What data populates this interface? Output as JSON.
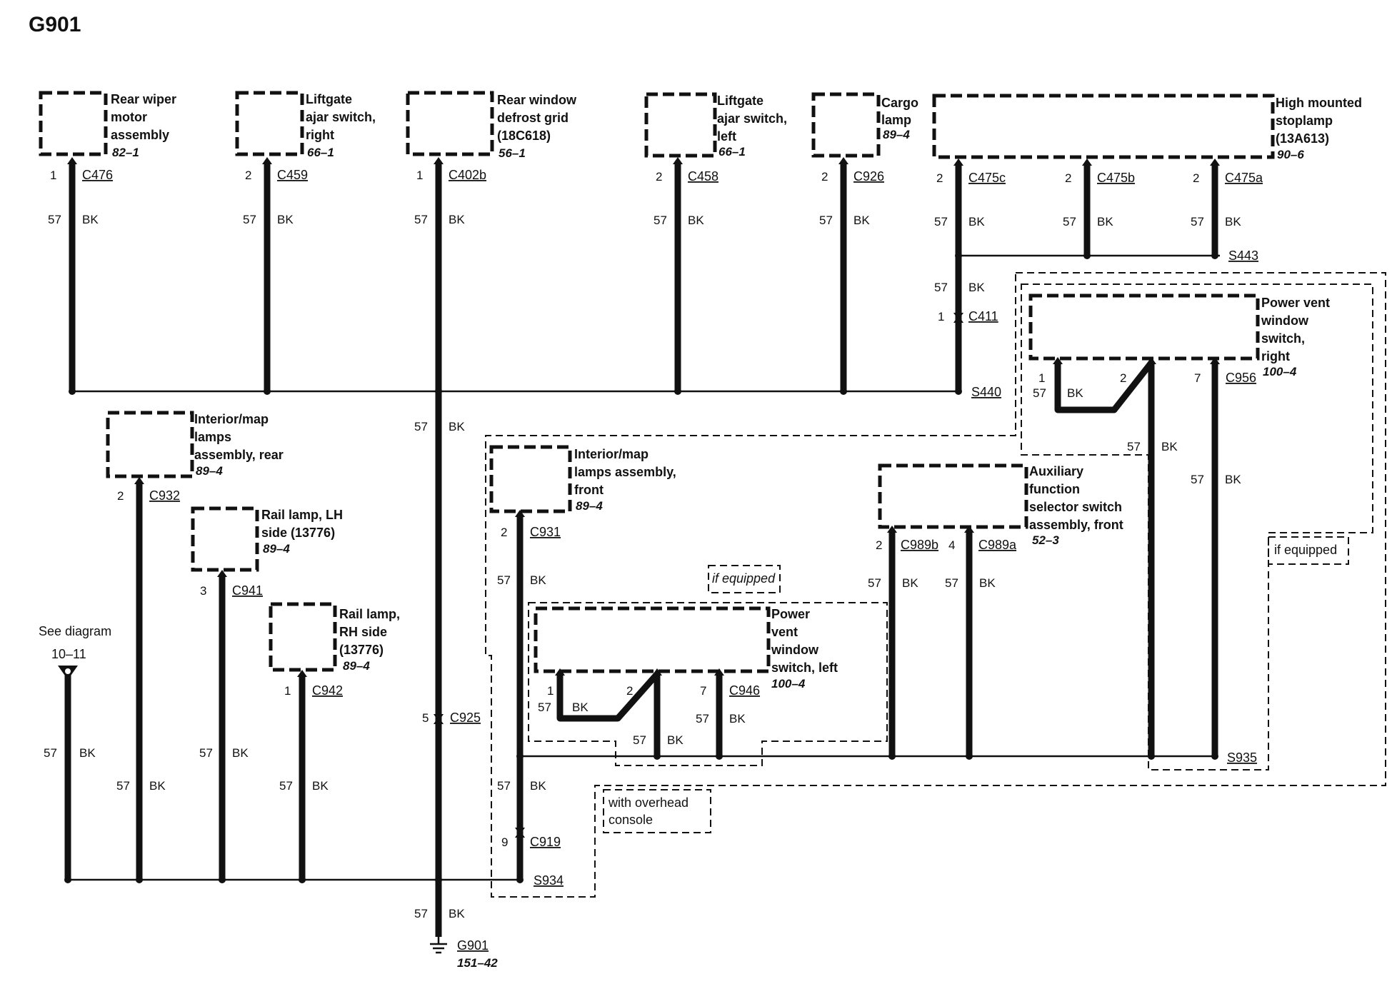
{
  "title": "G901",
  "wire_info": {
    "circuit": "57",
    "color": "BK"
  },
  "components": {
    "rear_wiper": {
      "lines": [
        "Rear wiper",
        "motor",
        "assembly"
      ],
      "ref": "82–1",
      "pin": "1",
      "connector": "C476"
    },
    "liftgate_right": {
      "lines": [
        "Liftgate",
        "ajar switch,",
        "right"
      ],
      "ref": "66–1",
      "pin": "2",
      "connector": "C459"
    },
    "rear_defrost": {
      "lines": [
        "Rear window",
        "defrost grid",
        "(18C618)"
      ],
      "ref": "56–1",
      "pin": "1",
      "connector": "C402b"
    },
    "liftgate_left": {
      "lines": [
        "Liftgate",
        "ajar switch,",
        "left"
      ],
      "ref": "66–1",
      "pin": "2",
      "connector": "C458"
    },
    "cargo_lamp": {
      "lines": [
        "Cargo",
        "lamp"
      ],
      "ref": "89–4",
      "pin": "2",
      "connector": "C926"
    },
    "hmsl": {
      "lines": [
        "High mounted",
        "stoplamp",
        "(13A613)"
      ],
      "ref": "90–6",
      "pins": [
        {
          "pin": "2",
          "connector": "C475c"
        },
        {
          "pin": "2",
          "connector": "C475b"
        },
        {
          "pin": "2",
          "connector": "C475a"
        }
      ]
    },
    "interior_rear": {
      "lines": [
        "Interior/map",
        "lamps",
        "assembly, rear"
      ],
      "ref": "89–4",
      "pin": "2",
      "connector": "C932"
    },
    "rail_lh": {
      "lines": [
        "Rail lamp, LH",
        "side (13776)"
      ],
      "ref": "89–4",
      "pin": "3",
      "connector": "C941"
    },
    "rail_rh": {
      "lines": [
        "Rail lamp,",
        "RH side",
        "(13776)"
      ],
      "ref": "89–4",
      "pin": "1",
      "connector": "C942"
    },
    "interior_front": {
      "lines": [
        "Interior/map",
        "lamps assembly,",
        "front"
      ],
      "ref": "89–4",
      "pin": "2",
      "connector": "C931"
    },
    "pv_left": {
      "lines": [
        "Power",
        "vent",
        "window",
        "switch, left"
      ],
      "ref": "100–4",
      "pin1": "1",
      "pin2": "2",
      "pin7": "7",
      "connector": "C946"
    },
    "aux_switch": {
      "lines": [
        "Auxiliary",
        "function",
        "selector switch",
        "assembly, front"
      ],
      "ref": "52–3",
      "pin_a": "2",
      "connector_a": "C989b",
      "pin_b": "4",
      "connector_b": "C989a"
    },
    "pv_right": {
      "lines": [
        "Power vent",
        "window",
        "switch,",
        "right"
      ],
      "ref": "100–4",
      "pin1": "1",
      "pin2": "2",
      "pin7": "7",
      "connector": "C956"
    }
  },
  "inline": {
    "c411": {
      "pin": "1",
      "connector": "C411"
    },
    "c925": {
      "pin": "5",
      "connector": "C925"
    },
    "c919": {
      "pin": "9",
      "connector": "C919"
    }
  },
  "splices": {
    "s440": "S440",
    "s443": "S443",
    "s934": "S934",
    "s935": "S935"
  },
  "see_diagram": {
    "label": "See diagram",
    "ref": "10–11"
  },
  "ground": {
    "name": "G901",
    "ref": "151–42"
  },
  "notes": {
    "if_equipped_1": "if equipped",
    "if_equipped_2": "if equipped",
    "overhead": [
      "with overhead",
      "console"
    ]
  }
}
